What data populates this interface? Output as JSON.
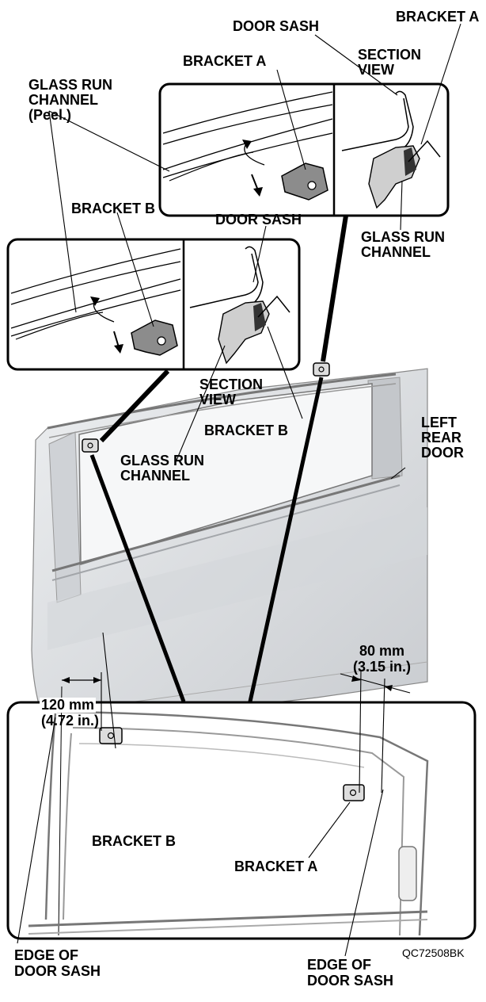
{
  "labels": {
    "bracket_a_top_right": "BRACKET A",
    "door_sash_top": "DOOR SASH",
    "section_view_top_1": "SECTION",
    "section_view_top_2": "VIEW",
    "bracket_a_upper_inset": "BRACKET A",
    "glass_run_peel_1": "GLASS RUN",
    "glass_run_peel_2": "CHANNEL",
    "glass_run_peel_3": "(Peel.)",
    "bracket_b_left_inset": "BRACKET B",
    "door_sash_mid": "DOOR SASH",
    "glass_run_upper_1": "GLASS RUN",
    "glass_run_upper_2": "CHANNEL",
    "section_view_mid_1": "SECTION",
    "section_view_mid_2": "VIEW",
    "bracket_b_mid": "BRACKET B",
    "glass_run_mid_1": "GLASS RUN",
    "glass_run_mid_2": "CHANNEL",
    "left_rear_door_1": "LEFT",
    "left_rear_door_2": "REAR",
    "left_rear_door_3": "DOOR",
    "dim_120_1": "120 mm",
    "dim_120_2": "(4.72 in.)",
    "dim_80_1": "80 mm",
    "dim_80_2": "(3.15 in.)",
    "bracket_b_bottom": "BRACKET B",
    "bracket_a_bottom": "BRACKET A",
    "edge_left_1": "EDGE OF",
    "edge_left_2": "DOOR SASH",
    "edge_right_1": "EDGE OF",
    "edge_right_2": "DOOR SASH",
    "figure_code": "QC72508BK"
  },
  "colors": {
    "ink": "#000000",
    "door_body": "#dadcdf",
    "door_shade": "#b9bcc0",
    "part_fill": "#8c8c8c",
    "background": "#ffffff"
  }
}
